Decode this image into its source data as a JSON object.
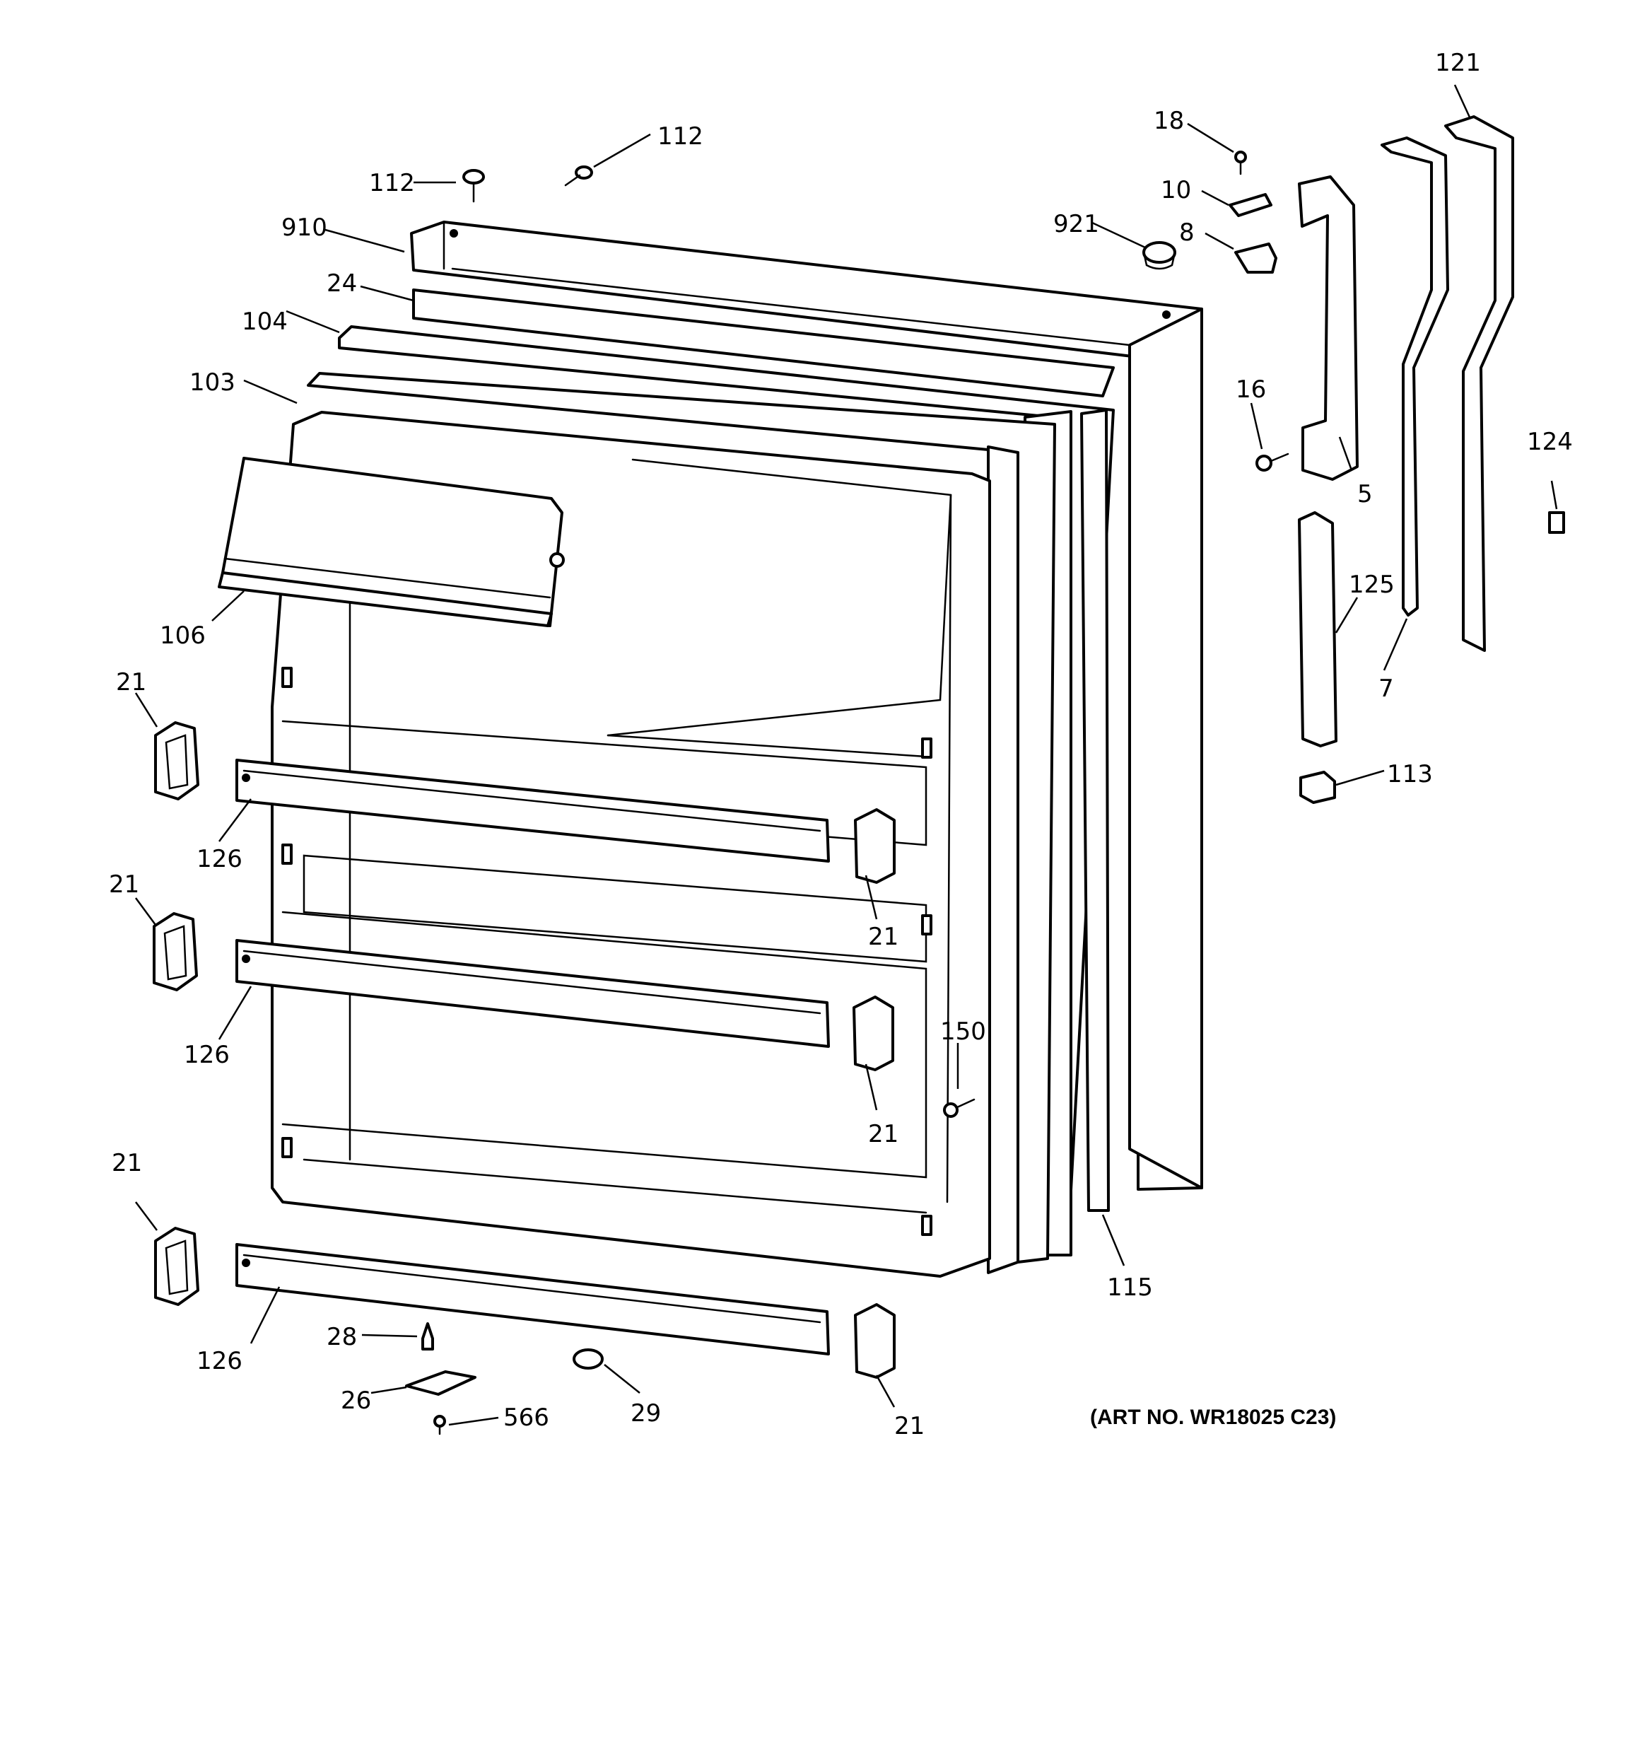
{
  "diagram": {
    "art_number": "(ART NO. WR18025 C23)",
    "callouts": {
      "c112a": "112",
      "c112b": "112",
      "c910": "910",
      "c24": "24",
      "c104": "104",
      "c103": "103",
      "c106": "106",
      "c21a": "21",
      "c21b": "21",
      "c21c": "21",
      "c21d": "21",
      "c21e": "21",
      "c21f": "21",
      "c126a": "126",
      "c126b": "126",
      "c126c": "126",
      "c28": "28",
      "c26": "26",
      "c566": "566",
      "c29": "29",
      "c150": "150",
      "c115": "115",
      "c18": "18",
      "c10": "10",
      "c921": "921",
      "c8": "8",
      "c16": "16",
      "c5": "5",
      "c121": "121",
      "c124": "124",
      "c125": "125",
      "c7": "7",
      "c113": "113"
    }
  }
}
